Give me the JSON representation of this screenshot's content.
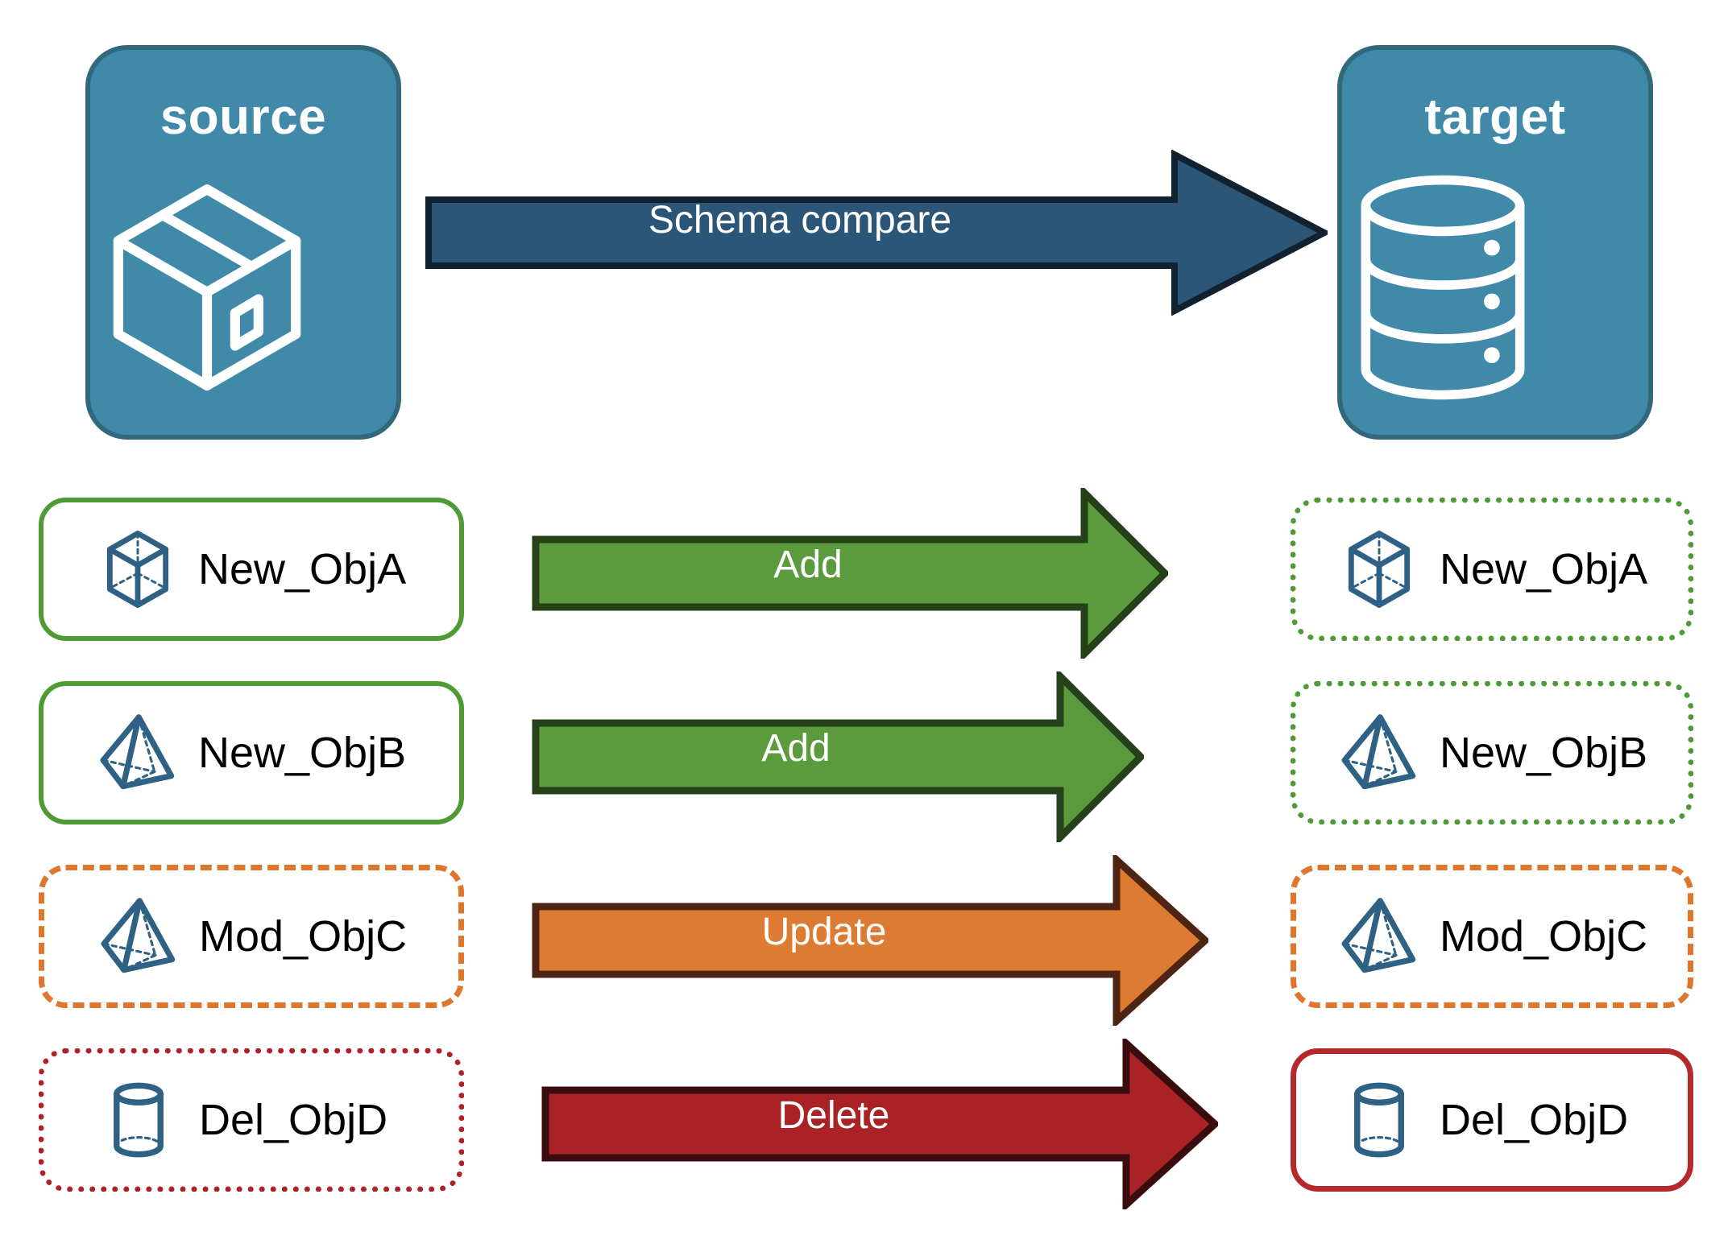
{
  "diagram": {
    "title": "Schema compare between source and target",
    "endpoints": {
      "source": {
        "label": "source",
        "icon": "package-box-icon"
      },
      "target": {
        "label": "target",
        "icon": "database-cylinder-icon"
      }
    },
    "main_arrow": {
      "label": "Schema compare",
      "direction": "left-to-right"
    },
    "rows": [
      {
        "action": "Add",
        "arrow_color": "#5B9B3E",
        "arrow_border": "#26401A",
        "source": {
          "label": "New_ObjA",
          "icon": "wireframe-cube-icon",
          "border_style": "solid",
          "border_color": "#4E9B36"
        },
        "target": {
          "label": "New_ObjA",
          "icon": "wireframe-cube-icon",
          "border_style": "dotted",
          "border_color": "#4E9B36"
        }
      },
      {
        "action": "Add",
        "arrow_color": "#5B9B3E",
        "arrow_border": "#26401A",
        "source": {
          "label": "New_ObjB",
          "icon": "wireframe-pyramid-icon",
          "border_style": "solid",
          "border_color": "#4E9B36"
        },
        "target": {
          "label": "New_ObjB",
          "icon": "wireframe-pyramid-icon",
          "border_style": "dotted",
          "border_color": "#4E9B36"
        }
      },
      {
        "action": "Update",
        "arrow_color": "#DE7B33",
        "arrow_border": "#4D2512",
        "source": {
          "label": "Mod_ObjC",
          "icon": "wireframe-pyramid-icon",
          "border_style": "dashed",
          "border_color": "#DE762E"
        },
        "target": {
          "label": "Mod_ObjC",
          "icon": "wireframe-pyramid-icon",
          "border_style": "dashed",
          "border_color": "#DE762E"
        }
      },
      {
        "action": "Delete",
        "arrow_color": "#A92226",
        "arrow_border": "#3B0C0D",
        "source": {
          "label": "Del_ObjD",
          "icon": "wireframe-cylinder-icon",
          "border_style": "dotted",
          "border_color": "#AE2226"
        },
        "target": {
          "label": "Del_ObjD",
          "icon": "wireframe-cylinder-icon",
          "border_style": "solid",
          "border_color": "#B5282B"
        }
      }
    ],
    "colors": {
      "endpoint_fill": "#4089A8",
      "endpoint_border": "#31687C",
      "main_arrow_fill": "#2B5678",
      "main_arrow_border": "#11212F",
      "icon_stroke": "#2E6184",
      "canvas": "#FFFFFF"
    }
  }
}
